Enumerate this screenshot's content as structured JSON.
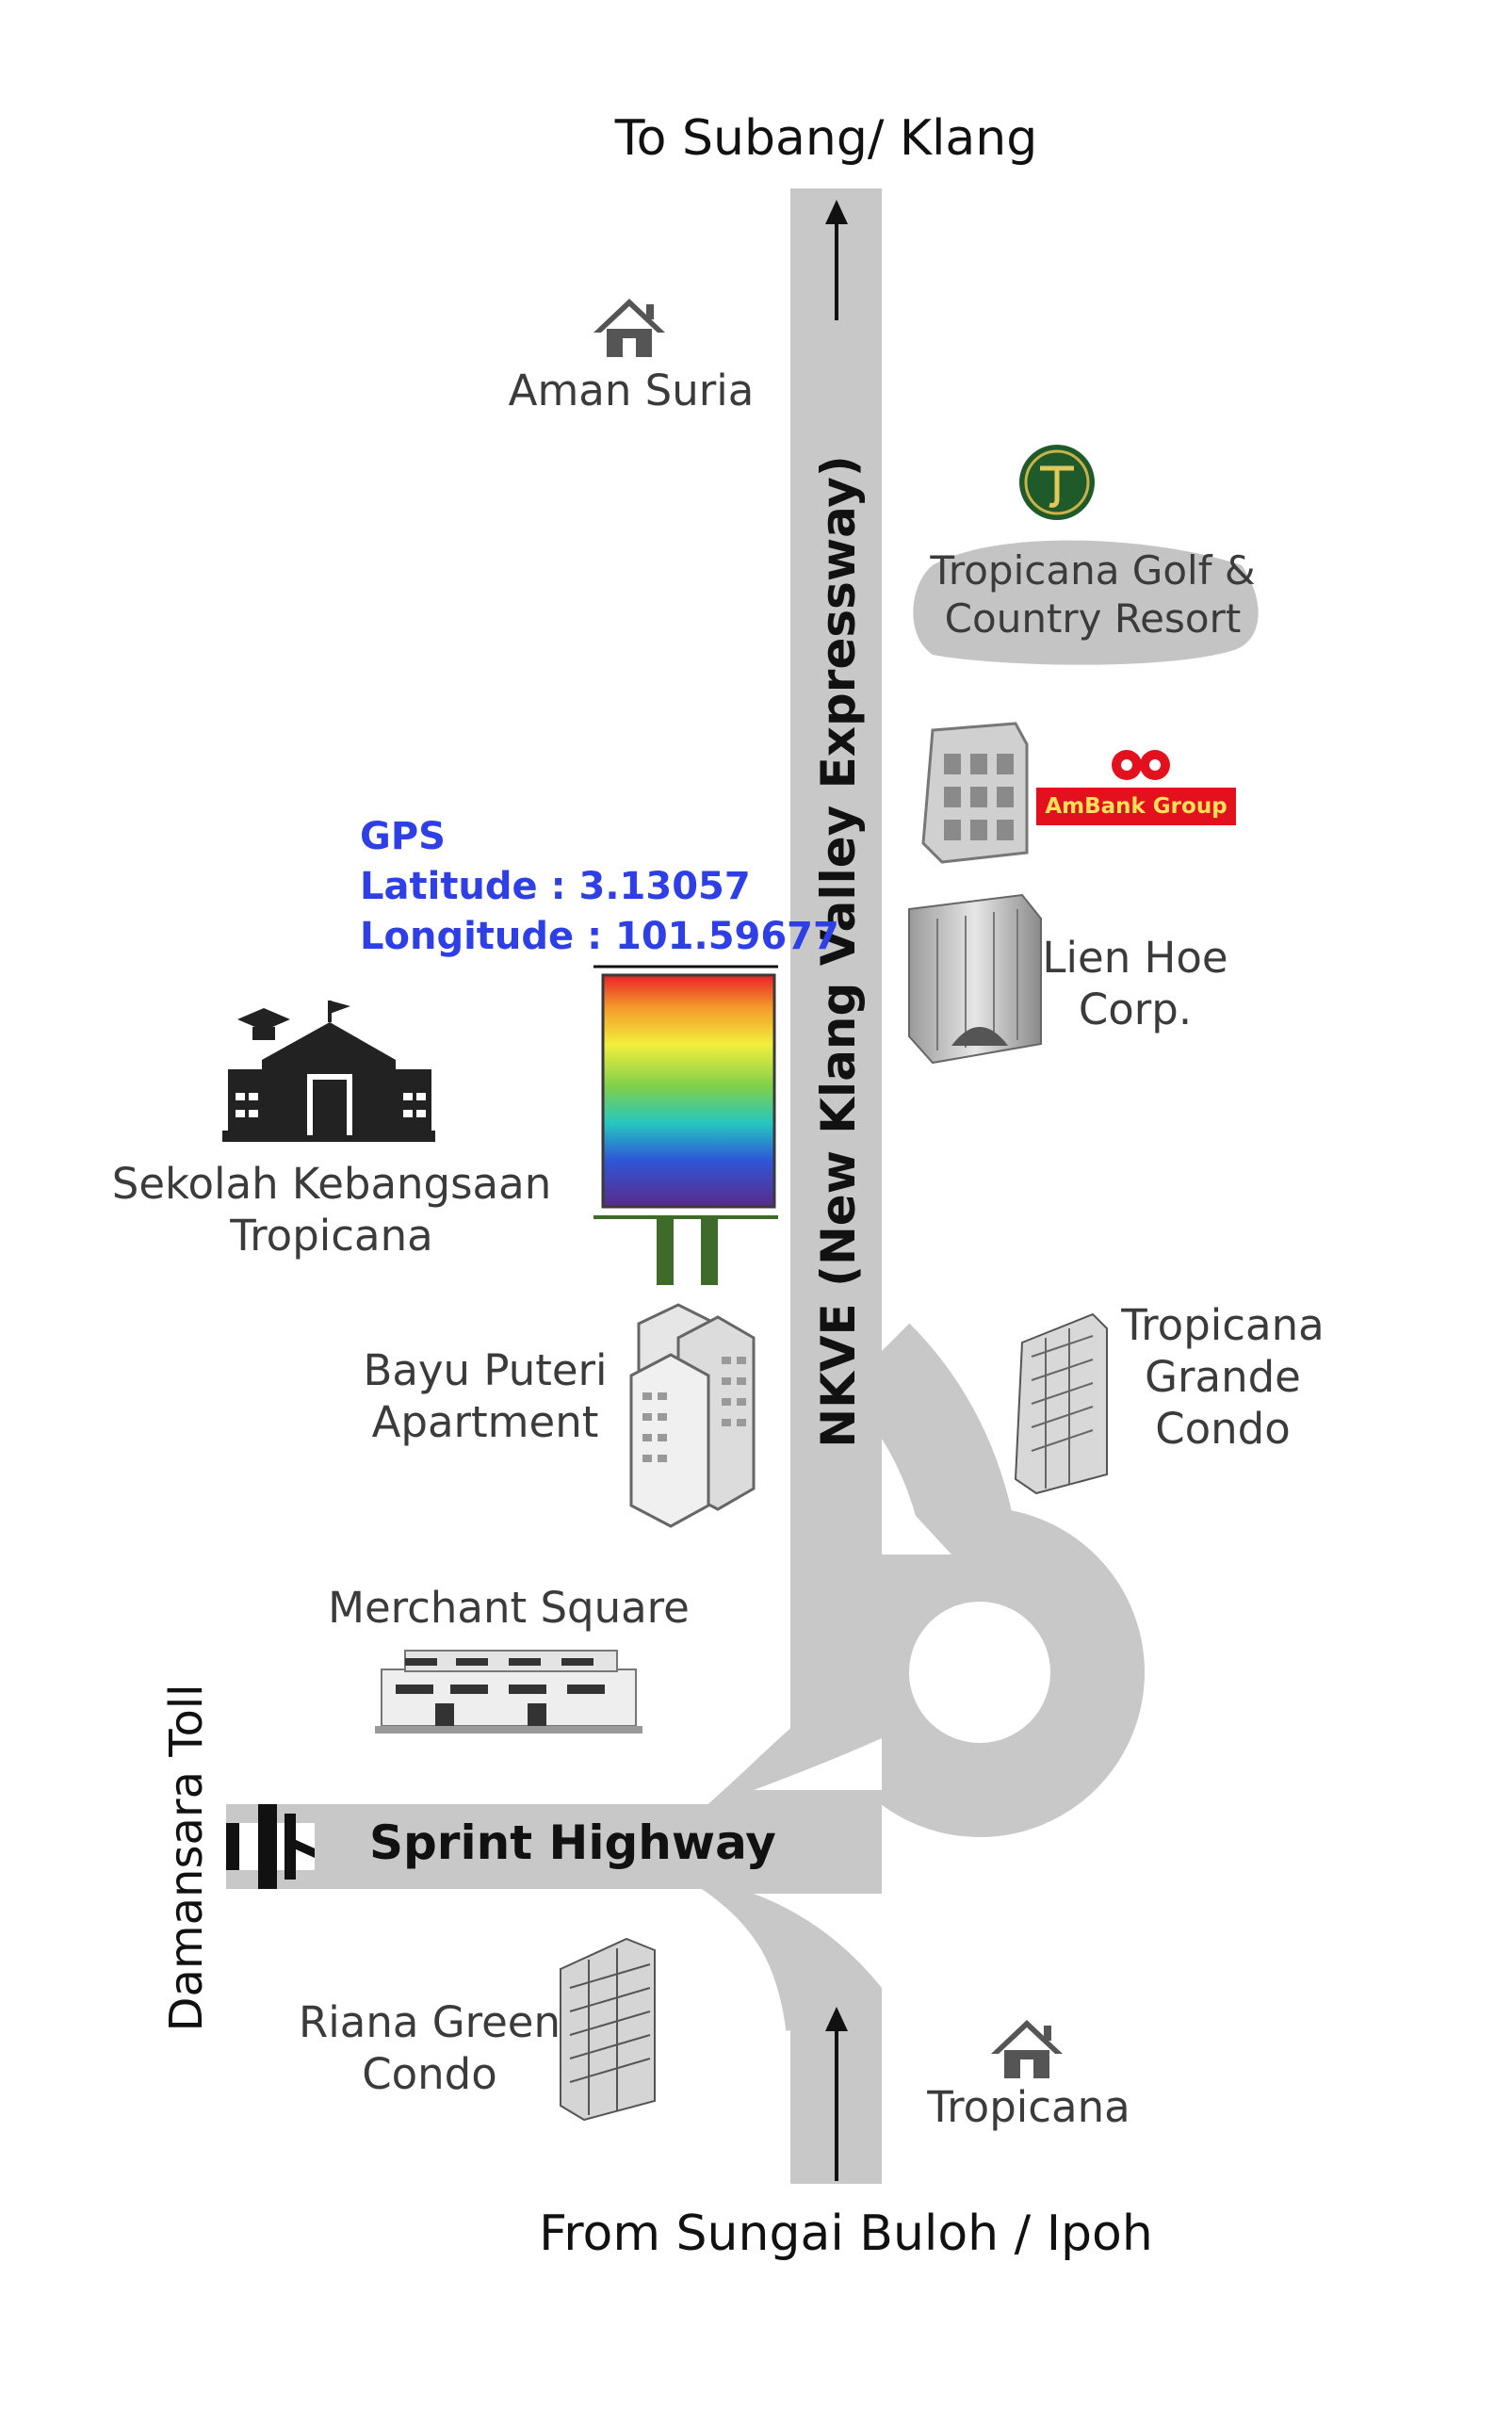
{
  "map": {
    "directions": {
      "north": "To Subang/ Klang",
      "south": "From Sungai Buloh / Ipoh"
    },
    "roads": {
      "expressway": "NKVE (New Klang Valley Expressway)",
      "highway": "Sprint Highway",
      "toll": "Damansara Toll"
    },
    "gps": {
      "heading": "GPS",
      "latitude": "Latitude :  3.13057",
      "longitude": "Longitude : 101.59677"
    },
    "landmarks": {
      "aman_suria": "Aman Suria",
      "tropicana_golf_1": "Tropicana Golf &",
      "tropicana_golf_2": "Country Resort",
      "ambank": "AmBank Group",
      "lien_hoe_1": "Lien Hoe",
      "lien_hoe_2": "Corp.",
      "school_1": "Sekolah Kebangsaan",
      "school_2": "Tropicana",
      "bayu_1": "Bayu Puteri",
      "bayu_2": "Apartment",
      "grande_1": "Tropicana",
      "grande_2": "Grande",
      "grande_3": "Condo",
      "merchant": "Merchant Square",
      "riana_1": "Riana Green",
      "riana_2": "Condo",
      "tropicana": "Tropicana"
    },
    "colors": {
      "road": "#c8c8c8",
      "gps_text": "#2f3fe6",
      "ambank_red": "#e3101d",
      "billboard_post": "#3f6b2a"
    }
  }
}
